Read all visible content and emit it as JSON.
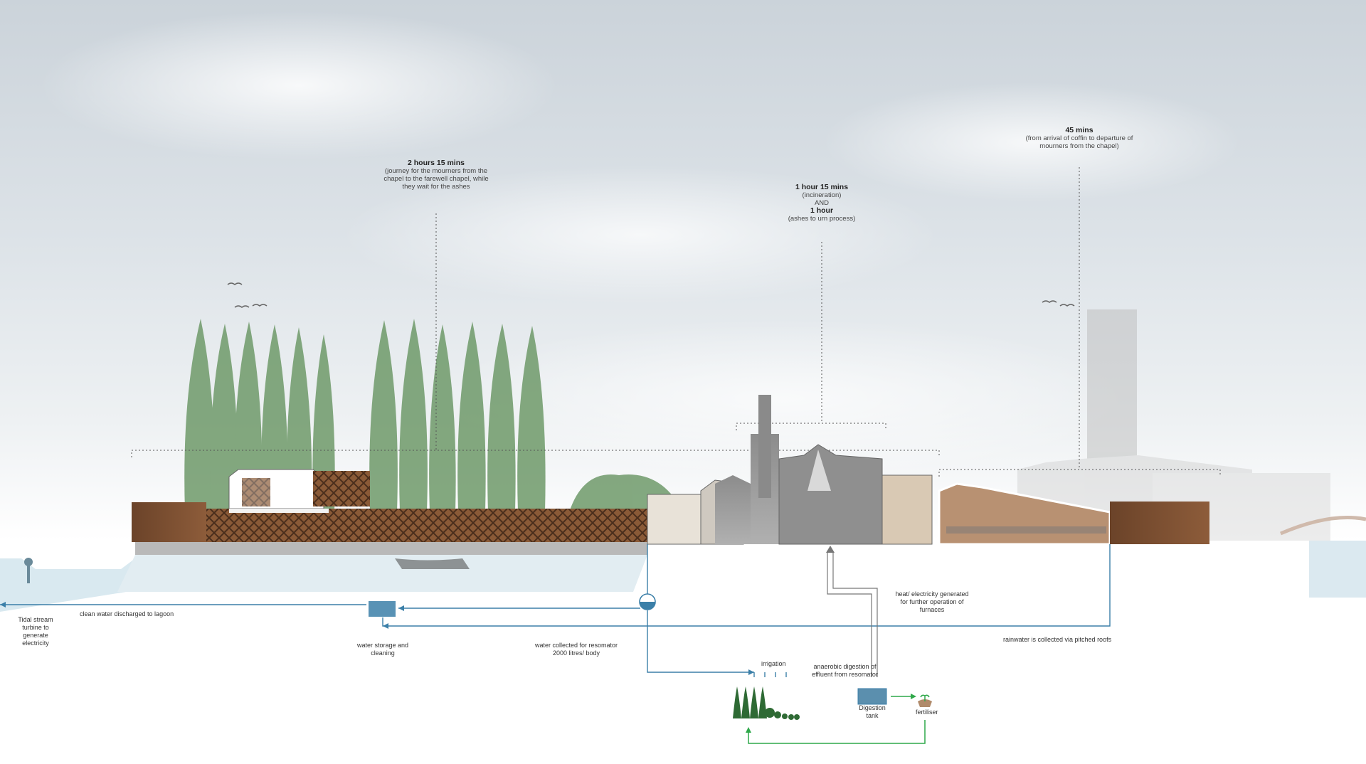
{
  "annotations": {
    "farewell": {
      "duration": "2 hours 15 mins",
      "desc": [
        "(journey for the mourners from the",
        "chapel to the farewell chapel, while",
        "they wait for the ashes"
      ]
    },
    "incineration": {
      "duration1": "1 hour 15 mins",
      "desc1": "(incineration)",
      "and": "AND",
      "duration2": "1 hour",
      "desc2": "(ashes to urn process)"
    },
    "chapel": {
      "duration": "45 mins",
      "desc": [
        "(from arrival of coffin to departure of",
        "mourners from the chapel)"
      ]
    }
  },
  "labels": {
    "tidal": [
      "Tidal stream",
      "turbine to",
      "generate",
      "electricity"
    ],
    "clean_water": "clean water discharged to lagoon",
    "water_storage": [
      "water storage and",
      "cleaning"
    ],
    "water_resomator": [
      "water collected for resomator",
      "2000 litres/ body"
    ],
    "rainwater": "rainwater is collected via pitched roofs",
    "heat": [
      "heat/ electricity generated",
      "for further operation of",
      "furnaces"
    ],
    "irrigation": "irrigation",
    "anaerobic": [
      "anaerobic digestion of",
      "effluent from resomator"
    ],
    "digestion_tank": [
      "Digestion",
      "tank"
    ],
    "fertiliser": "fertiliser"
  },
  "colors": {
    "water_flow": "#3b7fa8",
    "energy_flow": "#777777",
    "nutrient_flow": "#2fa84a",
    "timber": "#7a4e30",
    "concrete": "#9a9a9a",
    "trees": "#6f9a6a"
  }
}
